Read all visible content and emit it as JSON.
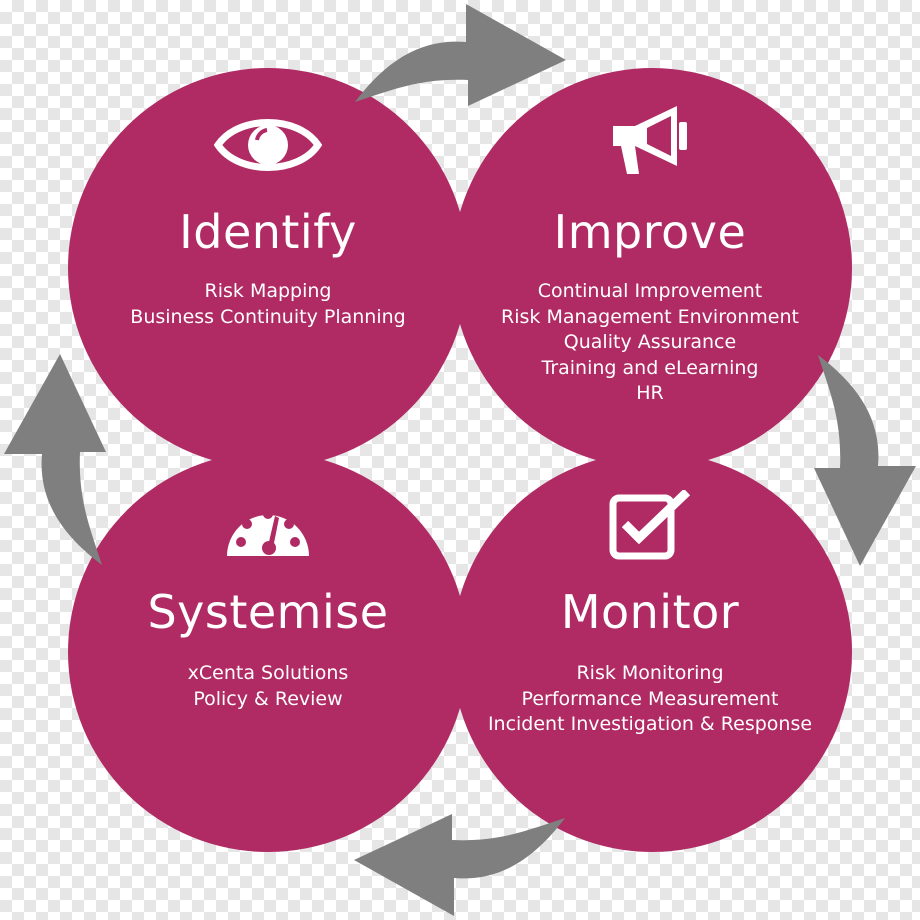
{
  "colors": {
    "circle_fill": "#b02a63",
    "arrow_fill": "#7f7f7f",
    "text": "#ffffff"
  },
  "quadrants": [
    {
      "key": "identify",
      "icon": "eye-icon",
      "title": "Identify",
      "items": [
        "Risk Mapping",
        "Business Continuity Planning"
      ]
    },
    {
      "key": "improve",
      "icon": "megaphone-icon",
      "title": "Improve",
      "items": [
        "Continual Improvement",
        "Risk Management Environment",
        "Quality Assurance",
        "Training and eLearning",
        "HR"
      ]
    },
    {
      "key": "systemise",
      "icon": "gauge-icon",
      "title": "Systemise",
      "items": [
        "xCenta Solutions",
        "Policy & Review"
      ]
    },
    {
      "key": "monitor",
      "icon": "checkbox-icon",
      "title": "Monitor",
      "items": [
        "Risk Monitoring",
        "Performance Measurement",
        "Incident Investigation & Response"
      ]
    }
  ],
  "cycle_arrows": [
    "arrow-top-icon",
    "arrow-right-icon",
    "arrow-bottom-icon",
    "arrow-left-icon"
  ]
}
